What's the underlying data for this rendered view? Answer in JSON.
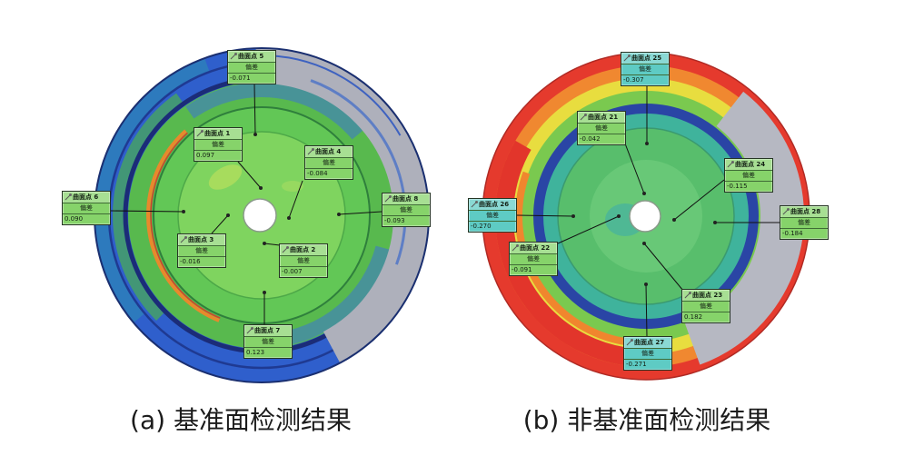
{
  "icons": {
    "callout_icon": "probe-pin-icon"
  },
  "panels": [
    {
      "caption": "(a) 基准面检测结果",
      "points": [
        {
          "name": "曲面点 5",
          "field": "偏差",
          "value": "-0.071",
          "box_color": "#86d36a"
        },
        {
          "name": "曲面点 1",
          "field": "偏差",
          "value": "0.097",
          "box_color": "#86d36a"
        },
        {
          "name": "曲面点 4",
          "field": "偏差",
          "value": "-0.084",
          "box_color": "#86d36a"
        },
        {
          "name": "曲面点 6",
          "field": "偏差",
          "value": "0.090",
          "box_color": "#86d36a"
        },
        {
          "name": "曲面点 8",
          "field": "偏差",
          "value": "-0.093",
          "box_color": "#86d36a"
        },
        {
          "name": "曲面点 3",
          "field": "偏差",
          "value": "-0.016",
          "box_color": "#86d36a"
        },
        {
          "name": "曲面点 2",
          "field": "偏差",
          "value": "-0.007",
          "box_color": "#86d36a"
        },
        {
          "name": "曲面点 7",
          "field": "偏差",
          "value": "0.123",
          "box_color": "#86d36a"
        }
      ]
    },
    {
      "caption": "(b) 非基准面检测结果",
      "points": [
        {
          "name": "曲面点 25",
          "field": "偏差",
          "value": "-0.307",
          "box_color": "#5ecbc4"
        },
        {
          "name": "曲面点 21",
          "field": "偏差",
          "value": "-0.042",
          "box_color": "#86d36a"
        },
        {
          "name": "曲面点 24",
          "field": "偏差",
          "value": "-0.115",
          "box_color": "#86d36a"
        },
        {
          "name": "曲面点 26",
          "field": "偏差",
          "value": "-0.270",
          "box_color": "#5ecbc4"
        },
        {
          "name": "曲面点 28",
          "field": "偏差",
          "value": "-0.184",
          "box_color": "#86d36a"
        },
        {
          "name": "曲面点 22",
          "field": "偏差",
          "value": "-0.091",
          "box_color": "#86d36a"
        },
        {
          "name": "曲面点 23",
          "field": "偏差",
          "value": "0.182",
          "box_color": "#86d36a"
        },
        {
          "name": "曲面点 27",
          "field": "偏差",
          "value": "-0.271",
          "box_color": "#5ecbc4"
        }
      ]
    }
  ]
}
